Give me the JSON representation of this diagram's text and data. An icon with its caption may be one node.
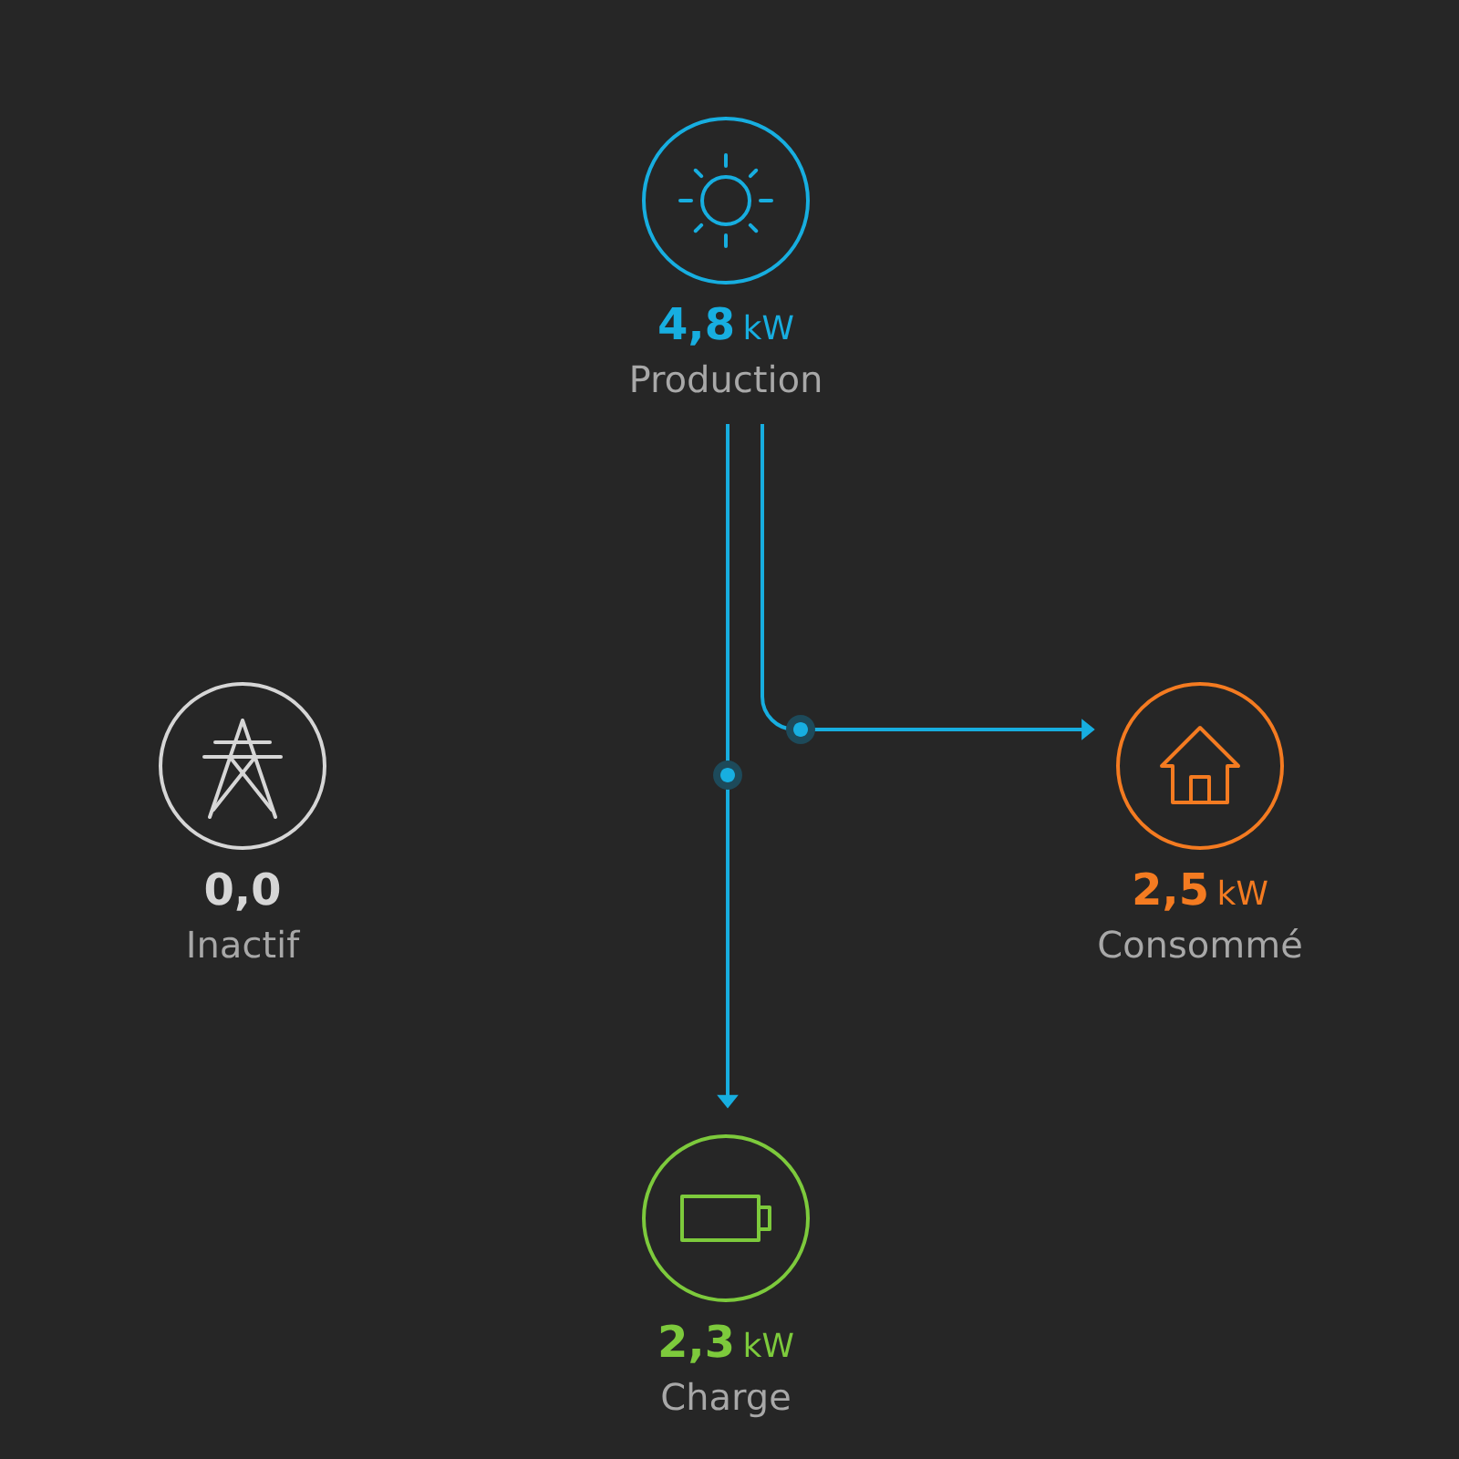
{
  "diagram": {
    "nodes": [
      {
        "text": [
          "4,8",
          "kW",
          "Production"
        ]
      },
      {
        "text": [
          "0,0",
          "Inactif"
        ]
      },
      {
        "text": [
          "2,5",
          "kW",
          "Consommé"
        ]
      },
      {
        "text": [
          "2,3",
          "kW",
          "Charge"
        ]
      }
    ],
    "edges": [
      {
        "from": 0,
        "to": 2,
        "arrow": "to"
      },
      {
        "from": 0,
        "to": 3,
        "arrow": "to"
      }
    ]
  }
}
